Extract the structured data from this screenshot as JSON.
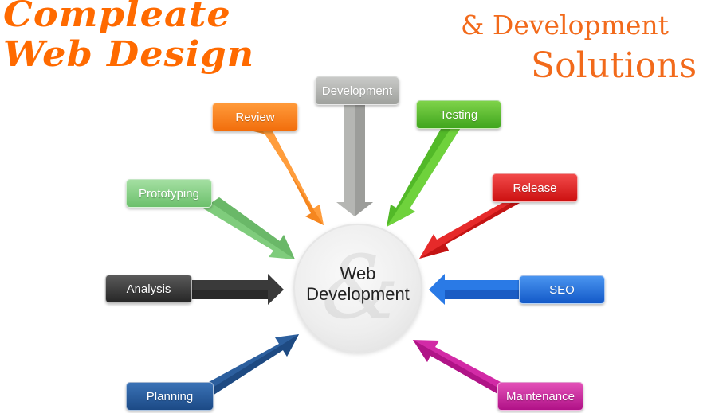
{
  "header": {
    "title_line1": "Compleate",
    "title_line2": "Web Design",
    "subtitle_line1": "& Development",
    "subtitle_line2": "Solutions"
  },
  "hub": {
    "label_line1": "Web",
    "label_line2": "Development"
  },
  "nodes": [
    {
      "id": "development",
      "label": "Development",
      "color": "#a8aaa6"
    },
    {
      "id": "review",
      "label": "Review",
      "color": "#f57f1f"
    },
    {
      "id": "testing",
      "label": "Testing",
      "color": "#4db624"
    },
    {
      "id": "prototyping",
      "label": "Prototyping",
      "color": "#7ccb79"
    },
    {
      "id": "release",
      "label": "Release",
      "color": "#dd1f1f"
    },
    {
      "id": "analysis",
      "label": "Analysis",
      "color": "#333333"
    },
    {
      "id": "seo",
      "label": "SEO",
      "color": "#1f6fdc"
    },
    {
      "id": "planning",
      "label": "Planning",
      "color": "#25599a"
    },
    {
      "id": "maintenance",
      "label": "Maintenance",
      "color": "#c81a9c"
    }
  ],
  "colors": {
    "title_orange": "#ff6a00",
    "subtitle_orange": "#f26a1b"
  }
}
